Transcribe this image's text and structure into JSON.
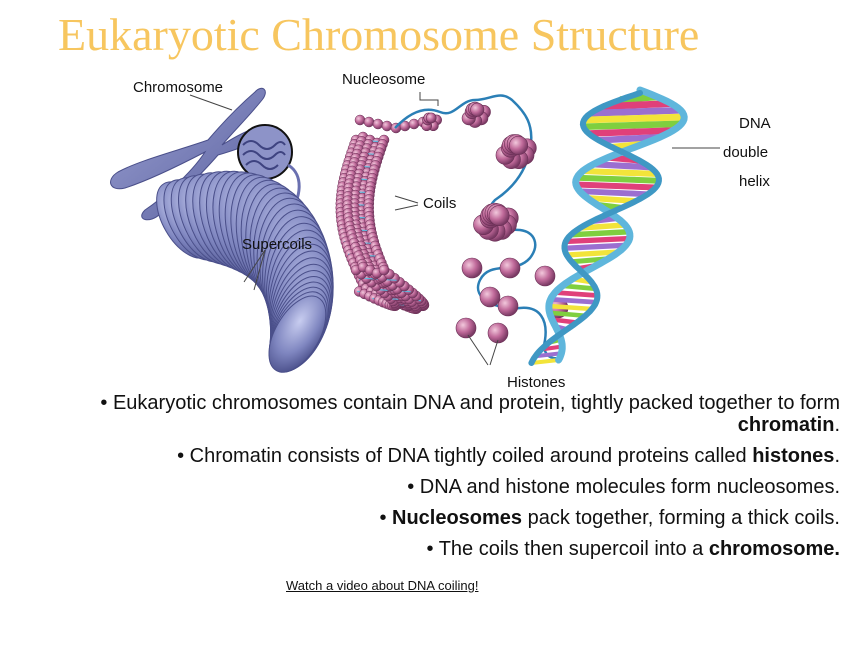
{
  "title": "Eukaryotic Chromosome Structure",
  "labels": {
    "chromosome": "Chromosome",
    "nucleosome": "Nucleosome",
    "dna_line1": "DNA",
    "dna_line2": "double",
    "dna_line3": "helix",
    "coils": "Coils",
    "supercoils": "Supercoils",
    "histones": "Histones"
  },
  "bullets": [
    {
      "pre": "• Eukaryotic chromosomes contain DNA and protein, tightly packed together to form ",
      "bold": "chromatin",
      "post": "."
    },
    {
      "pre": "• Chromatin consists of DNA tightly coiled around proteins called ",
      "bold": "histones",
      "post": "."
    },
    {
      "pre": "• DNA and histone molecules form nucleosomes.",
      "bold": "",
      "post": ""
    },
    {
      "pre": "• ",
      "bold": "Nucleosomes",
      "post": " pack together, forming a thick coils."
    },
    {
      "pre": "• The coils then supercoil into a ",
      "bold": "chromosome.",
      "post": ""
    }
  ],
  "link": {
    "text": "Watch a video about DNA coiling!"
  },
  "colors": {
    "title": "#f7c65f",
    "chromosome": "#7f86c0",
    "histone": "#c06a9a",
    "helix_backbone": "#5fb6dc",
    "base_yellow": "#f2e43a",
    "base_green": "#7fcf3f",
    "base_pink": "#e0407a",
    "base_purple": "#9b6fd0"
  }
}
